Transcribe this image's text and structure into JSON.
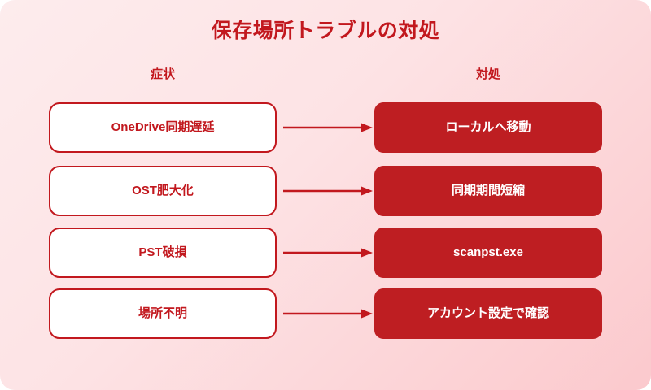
{
  "title": "保存場所トラブルの対処",
  "columns": {
    "left_header": "症状",
    "right_header": "対処"
  },
  "colors": {
    "accent_red": "#c2181e",
    "action_fill": "#be1e22",
    "symptom_fill": "#ffffff",
    "background_light": "#fdeced",
    "background_deep": "#fbc9cd"
  },
  "rows": [
    {
      "symptom": "OneDrive同期遅延",
      "action": "ローカルへ移動",
      "connector": "arrow-right-icon"
    },
    {
      "symptom": "OST肥大化",
      "action": "同期期間短縮",
      "connector": "arrow-right-icon"
    },
    {
      "symptom": "PST破損",
      "action": "scanpst.exe",
      "connector": "arrow-right-icon"
    },
    {
      "symptom": "場所不明",
      "action": "アカウント設定で確認",
      "connector": "arrow-right-icon"
    }
  ]
}
